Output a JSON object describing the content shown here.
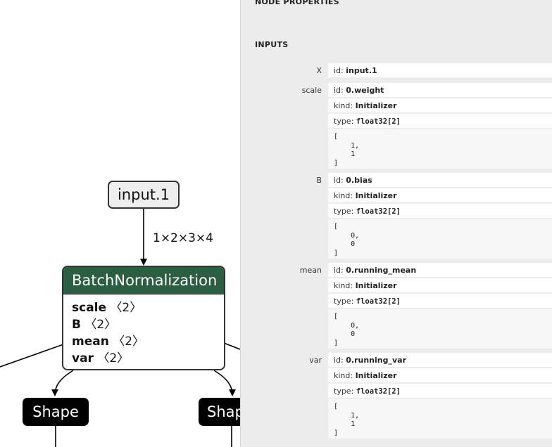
{
  "graph": {
    "input_node": {
      "label": "input.1"
    },
    "edge_label": "1×2×3×4",
    "batchnorm_node": {
      "title": "BatchNormalization",
      "attrs": [
        {
          "name": "scale",
          "shape": "〈2〉"
        },
        {
          "name": "B",
          "shape": "〈2〉"
        },
        {
          "name": "mean",
          "shape": "〈2〉"
        },
        {
          "name": "var",
          "shape": "〈2〉"
        }
      ],
      "header_color": "#2c5e41"
    },
    "shape_nodes": [
      {
        "label": "Shape"
      },
      {
        "label": "Shap"
      }
    ]
  },
  "panel": {
    "title": "NODE PROPERTIES",
    "inputs_section": "INPUTS",
    "inputs": [
      {
        "name": "X",
        "id_key": "id:",
        "id_value": "input.1"
      },
      {
        "name": "scale",
        "id_key": "id:",
        "id_value": "0.weight",
        "kind_key": "kind:",
        "kind_value": "Initializer",
        "type_key": "type:",
        "type_value": "float32[2]",
        "tensor": "[\n    1,\n    1\n]"
      },
      {
        "name": "B",
        "id_key": "id:",
        "id_value": "0.bias",
        "kind_key": "kind:",
        "kind_value": "Initializer",
        "type_key": "type:",
        "type_value": "float32[2]",
        "tensor": "[\n    0,\n    0\n]"
      },
      {
        "name": "mean",
        "id_key": "id:",
        "id_value": "0.running_mean",
        "kind_key": "kind:",
        "kind_value": "Initializer",
        "type_key": "type:",
        "type_value": "float32[2]",
        "tensor": "[\n    0,\n    0\n]"
      },
      {
        "name": "var",
        "id_key": "id:",
        "id_value": "0.running_var",
        "kind_key": "kind:",
        "kind_value": "Initializer",
        "type_key": "type:",
        "type_value": "float32[2]",
        "tensor": "[\n    1,\n    1\n]"
      }
    ]
  }
}
